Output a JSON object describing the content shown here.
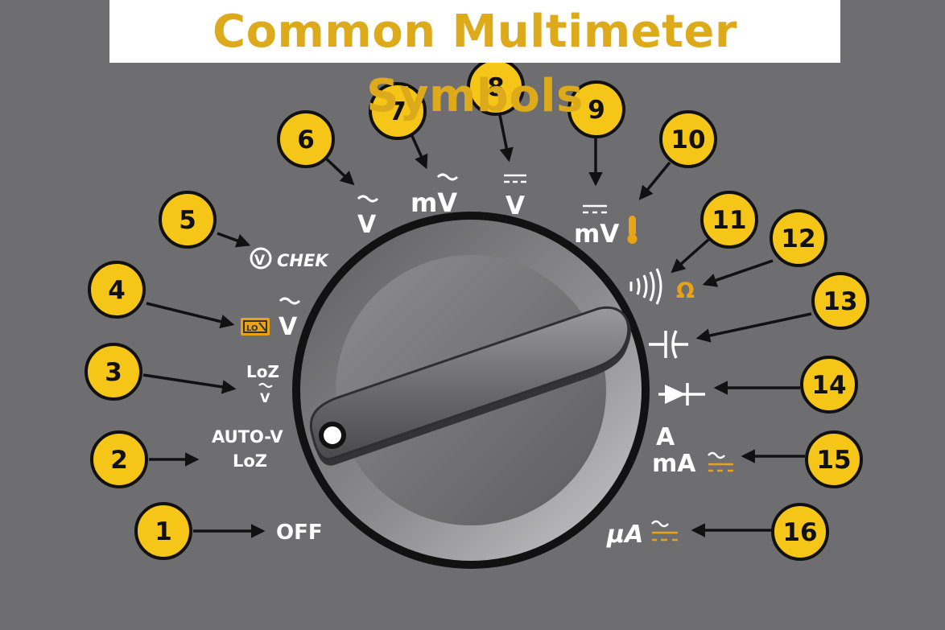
{
  "title": "Common Multimeter Symbols",
  "colors": {
    "background": "#6e6e71",
    "callout": "#f5c518",
    "title_text": "#dcaa1a",
    "accent": "#e8a317",
    "label": "#ffffff"
  },
  "callouts": [
    "1",
    "2",
    "3",
    "4",
    "5",
    "6",
    "7",
    "8",
    "9",
    "10",
    "11",
    "12",
    "13",
    "14",
    "15",
    "16"
  ],
  "labels": {
    "off": "OFF",
    "auto_v": "AUTO-V",
    "loz_auto": "LoZ",
    "loz_v": "LoZ",
    "v_small": "V",
    "v_chek": "CHEK",
    "v_chek_icon": "V",
    "lo_icon": "LO",
    "v_ac": "V",
    "mv_ac": "mV",
    "v_dc": "V",
    "mv_dc": "mV",
    "ohm": "Ω",
    "amp": "A",
    "milliamp": "mA",
    "microamp": "μA"
  },
  "icons": [
    "continuity-beeper-icon",
    "capacitor-icon",
    "diode-icon",
    "thermometer-icon",
    "ac-dc-icon",
    "ac-tilde-icon",
    "dc-bar-icon"
  ]
}
